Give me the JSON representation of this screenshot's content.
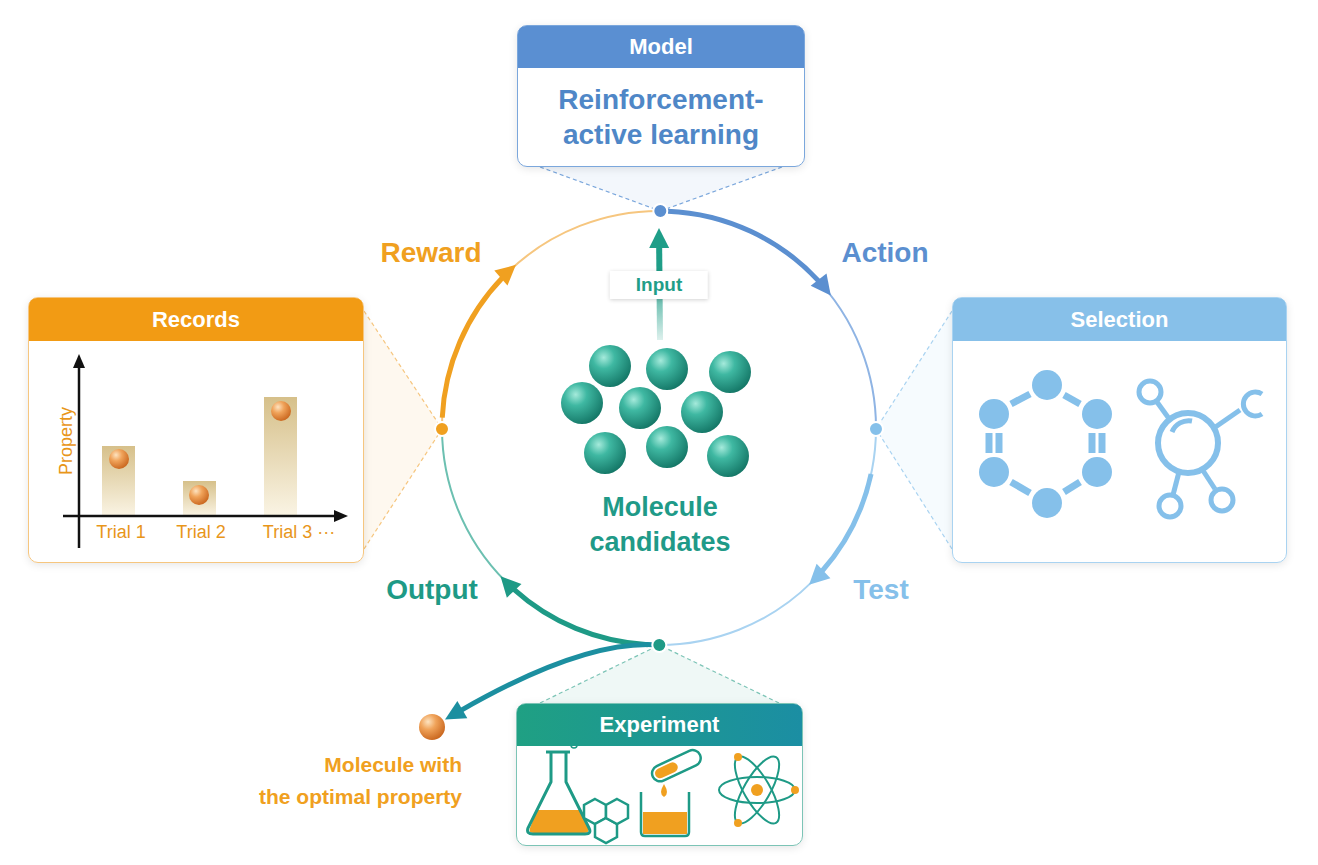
{
  "diagram": {
    "nodes": [
      {
        "text": [
          "Model",
          "Reinforcement- active learning"
        ]
      },
      {
        "text": [
          "Records",
          "Property",
          "Trial 1",
          "Trial 2",
          "Trial 3 ···"
        ]
      },
      {
        "text": [
          "Selection"
        ]
      },
      {
        "text": [
          "Molecule candidates"
        ]
      },
      {
        "text": [
          "Experiment"
        ]
      },
      {
        "text": [
          "Molecule with the optimal property"
        ]
      }
    ],
    "edges": [
      {
        "from": 3,
        "to": 0,
        "label": "Input",
        "arrow": "to"
      },
      {
        "from": 0,
        "to": 2,
        "label": "Action",
        "arrow": "to"
      },
      {
        "from": 2,
        "to": 4,
        "label": "Test",
        "arrow": "to"
      },
      {
        "from": 4,
        "to": 1,
        "label": "Output",
        "arrow": "to"
      },
      {
        "from": 1,
        "to": 0,
        "label": "Reward",
        "arrow": "to"
      },
      {
        "from": 4,
        "to": 5,
        "arrow": "to"
      }
    ]
  }
}
